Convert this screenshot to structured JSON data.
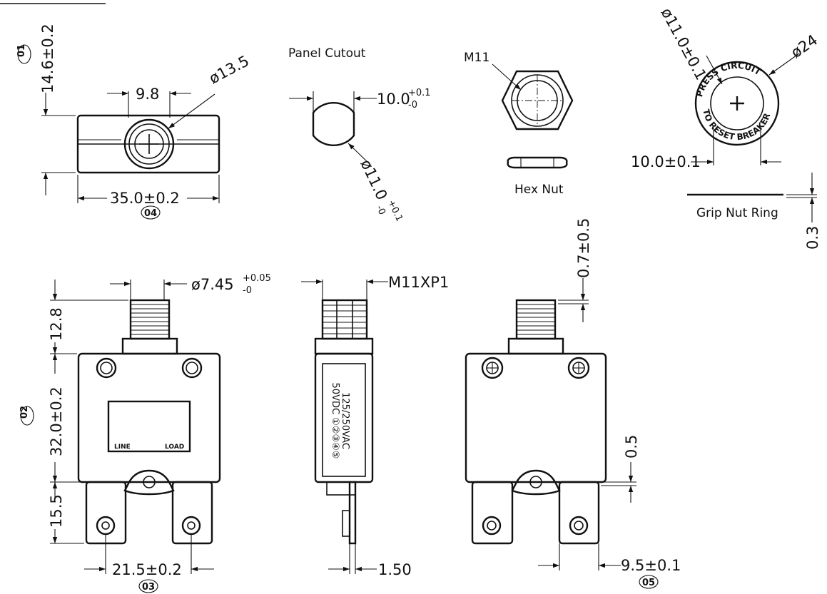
{
  "labels": {
    "panel_cutout": "Panel  Cutout",
    "hex_nut": "Hex Nut",
    "grip_nut_ring": "Grip Nut Ring",
    "m11": "M11",
    "m11xp1": "M11XP1",
    "line": "LINE",
    "load": "LOAD",
    "side_marking_1": "125/250VAC",
    "side_marking_2": "50VDC  ①②③④⑤"
  },
  "ring_text": {
    "upper": "PRESS  CIRCUIT",
    "lower": "TO  RESET  BREAKER"
  },
  "dimensions": {
    "d01_value": "14.6±0.2",
    "width_9_8": "9.8",
    "dia_13_5": "ø13.5",
    "length_35": "35.0±0.2",
    "cutout_10": "10.0",
    "cutout_10_tol_upper": "+0.1",
    "cutout_10_tol_lower": "-0",
    "cutout_11": "ø11.0",
    "cutout_11_tol_upper": "+0.1",
    "cutout_11_tol_lower": "-0",
    "ring_dia_11": "ø11.0±0.1",
    "ring_dia_24": "ø24",
    "ring_10": "10.0±0.1",
    "ring_thickness": "0.3",
    "stem_dia": "ø7.45",
    "stem_tol_upper": "+0.05",
    "stem_tol_lower": "-0",
    "height_12_8": "12.8",
    "body_32": "32.0±0.2",
    "terminal_15_5": "15.5",
    "spacing_21_5": "21.5±0.2",
    "tab_1_50": "1.50",
    "gap_0_7": "0.7±0.5",
    "offset_0_5": "0.5",
    "terminal_9_5": "9.5±0.1"
  },
  "callouts": {
    "c01": "01",
    "c02": "02",
    "c03": "03",
    "c04": "04",
    "c05": "05"
  }
}
